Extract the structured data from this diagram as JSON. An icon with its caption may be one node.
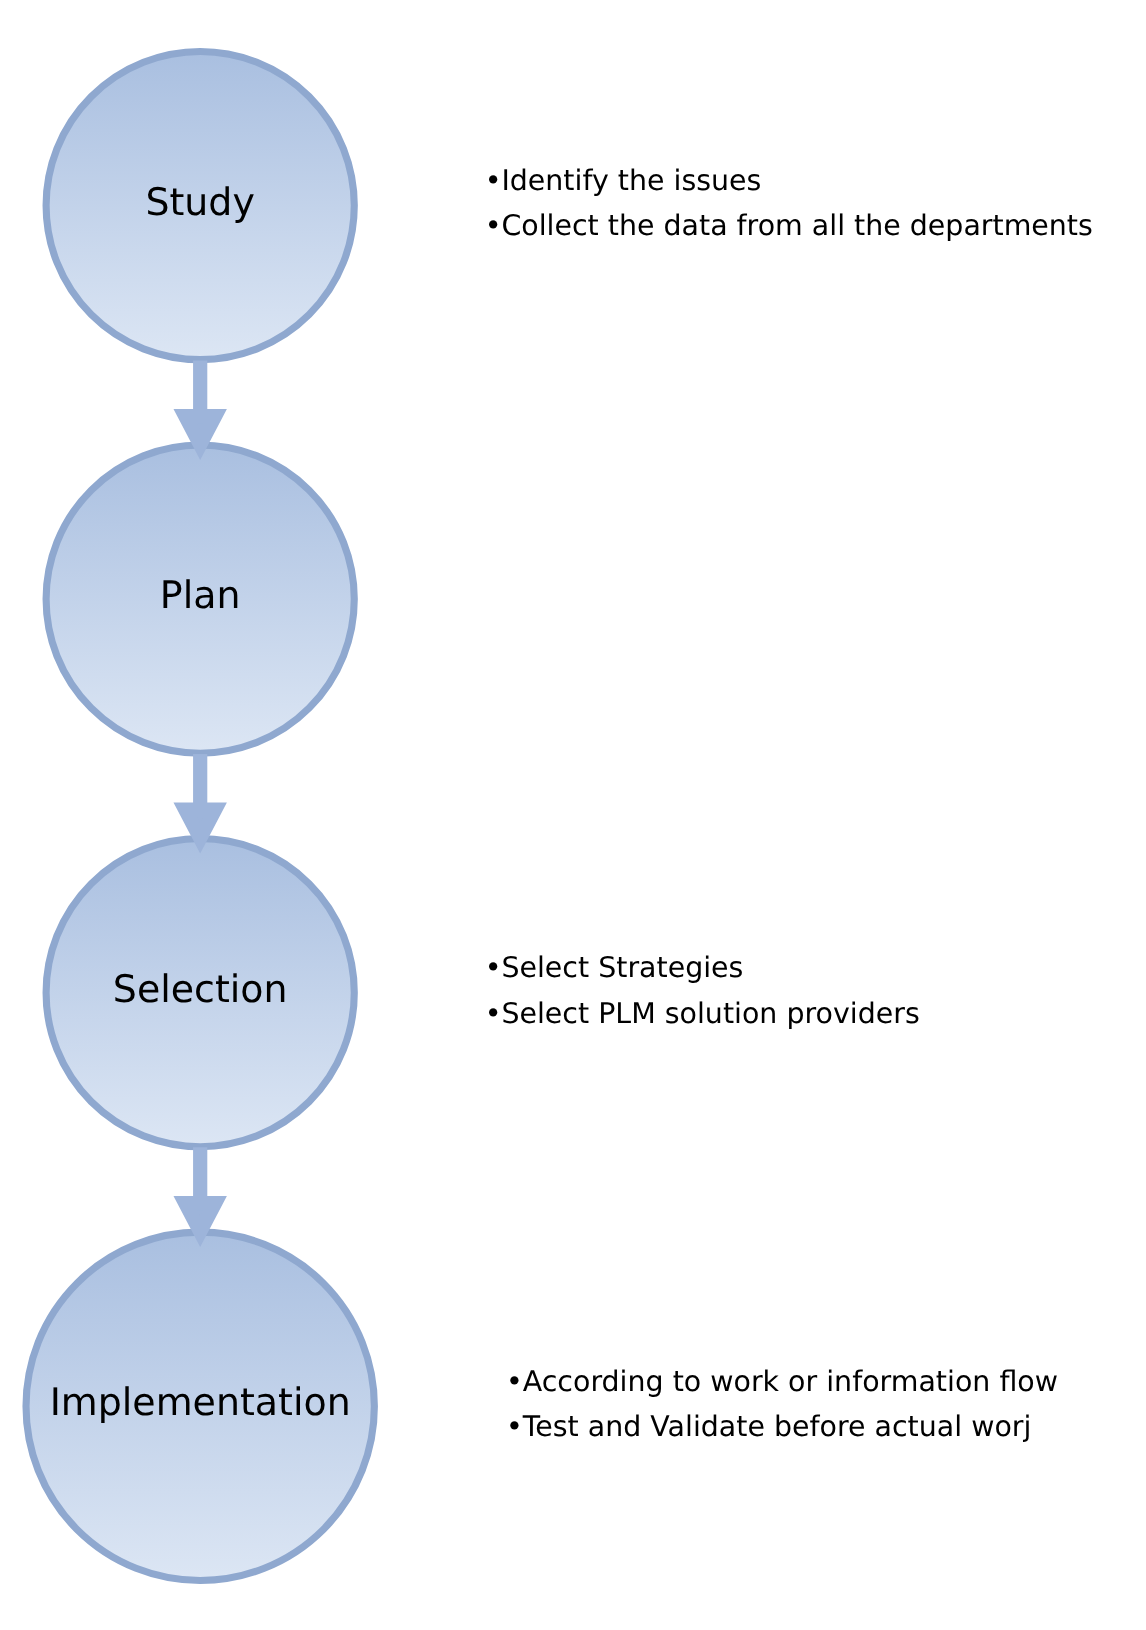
{
  "diagram": {
    "nodes": [
      {
        "text": [
          "Study"
        ],
        "beside": [
          "•Identify the issues",
          "•Collect the data from all the departments"
        ]
      },
      {
        "text": [
          "Plan"
        ]
      },
      {
        "text": [
          "Selection"
        ],
        "beside": [
          "•Select Strategies",
          "•Select PLM solution providers"
        ]
      },
      {
        "text": [
          "Implementation"
        ],
        "beside": [
          "•According to work or information flow",
          "•Test and Validate before actual worj"
        ]
      }
    ],
    "edges": [
      {
        "from": 0,
        "to": 1,
        "arrow": "to"
      },
      {
        "from": 1,
        "to": 2,
        "arrow": "to"
      },
      {
        "from": 2,
        "to": 3,
        "arrow": "to"
      }
    ]
  }
}
